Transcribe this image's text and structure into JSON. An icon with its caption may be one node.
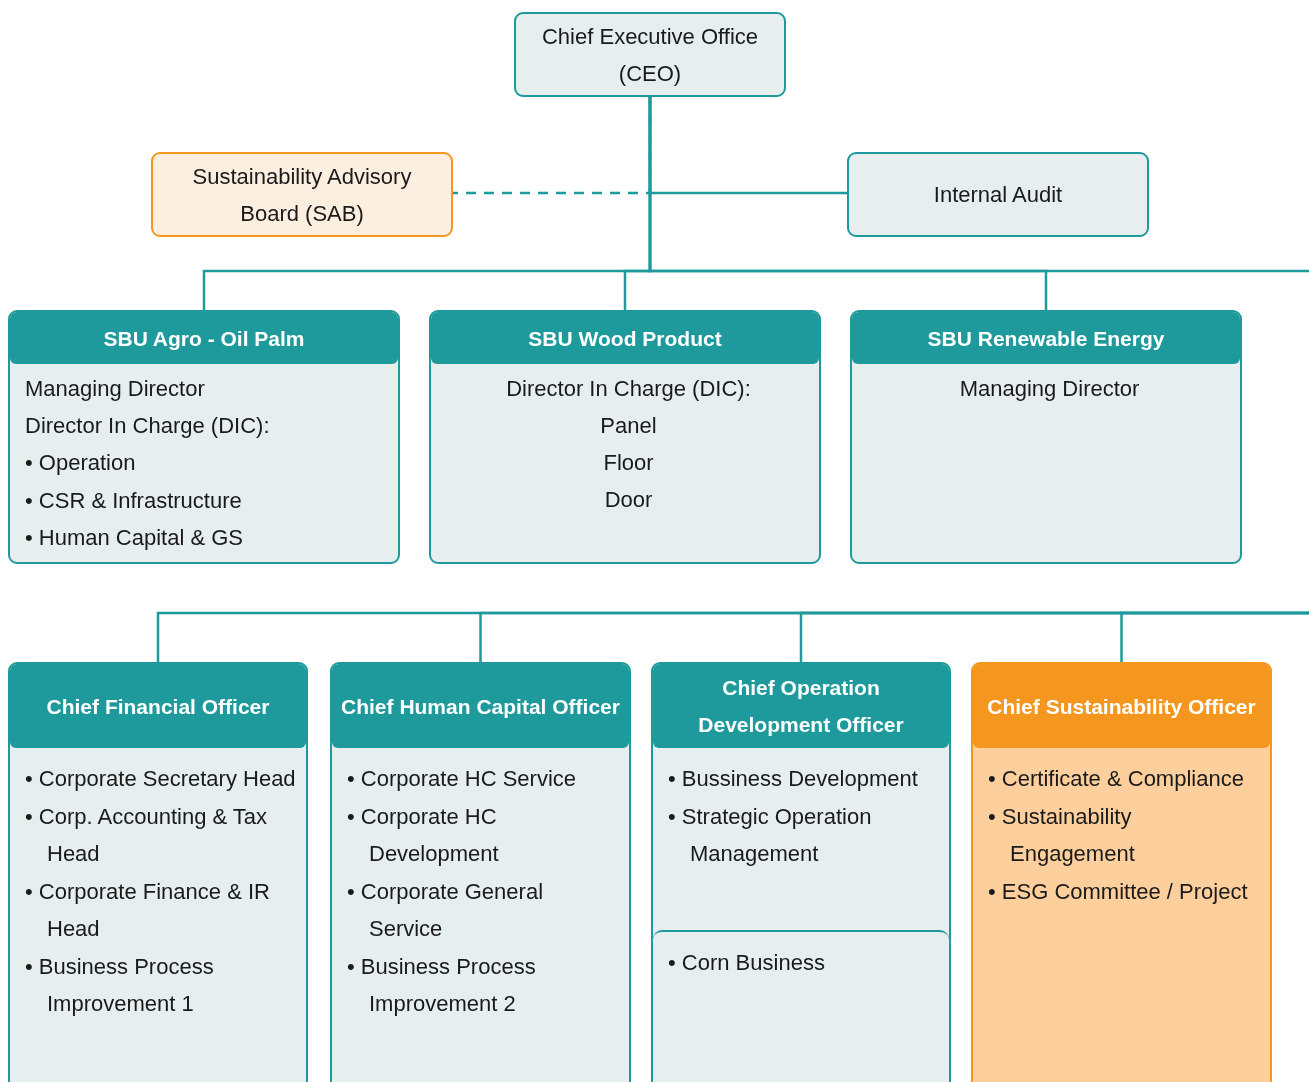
{
  "diagram": {
    "nodes": [
      {
        "text": [
          "Chief Executive Office (CEO)"
        ]
      },
      {
        "text": [
          "Sustainability Advisory Board (SAB)"
        ]
      },
      {
        "text": [
          "Internal Audit"
        ]
      },
      {
        "text": [
          "SBU Agro - Oil Palm",
          "Managing Director",
          "Director In Charge (DIC):",
          "• Operation",
          "• CSR & Infrastructure",
          "• Human Capital & GS"
        ]
      },
      {
        "text": [
          "SBU Wood Product",
          "Director In Charge (DIC):",
          "Panel",
          "Floor",
          "Door"
        ]
      },
      {
        "text": [
          "SBU Renewable Energy",
          "Managing Director"
        ]
      },
      {
        "text": [
          "Chief Financial Officer",
          "• Corporate Secretary Head",
          "• Corp. Accounting & Tax Head",
          "• Corporate Finance & IR Head",
          "• Business Process Improvement 1"
        ]
      },
      {
        "text": [
          "Chief Human Capital Officer",
          "• Corporate HC Service",
          "• Corporate HC Development",
          "• Corporate General Service",
          "• Business Process Improvement 2"
        ]
      },
      {
        "text": [
          "Chief Operation Development Officer",
          "• Bussiness Development",
          "• Strategic Operation Management"
        ]
      },
      {
        "text": [
          "• Corn Business"
        ],
        "in": 8
      },
      {
        "text": [
          "Chief Sustainability Officer",
          "• Certificate & Compliance",
          "• Sustainability Engagement",
          "• ESG Committee / Project"
        ]
      }
    ],
    "edges": [
      {
        "from": 0,
        "to": 1,
        "arrow": "none",
        "style": "dashed"
      },
      {
        "from": 0,
        "to": 2,
        "arrow": "none"
      },
      {
        "from": 0,
        "to": 3,
        "arrow": "none"
      },
      {
        "from": 0,
        "to": 4,
        "arrow": "none"
      },
      {
        "from": 0,
        "to": 5,
        "arrow": "none"
      },
      {
        "from": 0,
        "to": null,
        "arrow": "none"
      },
      {
        "from": null,
        "to": 6,
        "arrow": "none"
      },
      {
        "from": null,
        "to": 7,
        "arrow": "none"
      },
      {
        "from": null,
        "to": 8,
        "arrow": "none"
      },
      {
        "from": null,
        "to": 10,
        "arrow": "none"
      }
    ]
  }
}
